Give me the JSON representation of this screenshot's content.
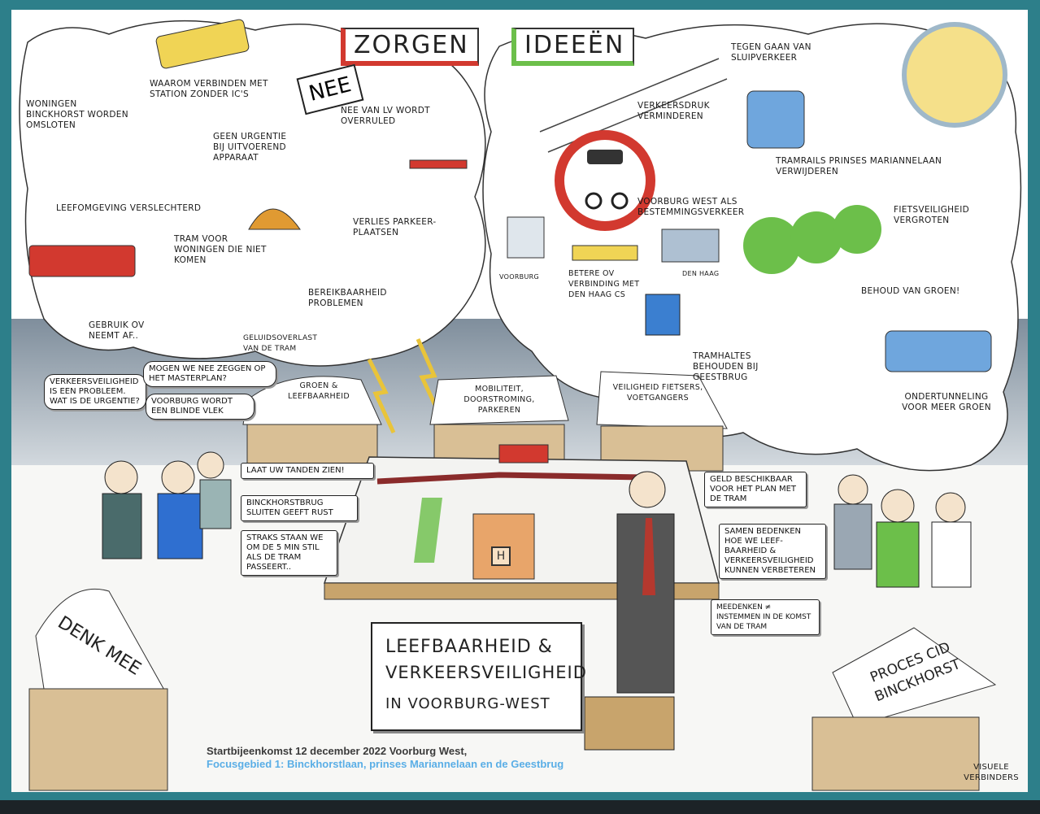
{
  "headings": {
    "zorgen": "ZORGEN",
    "ideeen": "IDEEËN"
  },
  "nee_sign": "NEE",
  "zorgen_notes": [
    "WONINGEN BINCKHORST WORDEN OMSLOTEN",
    "WAAROM VERBINDEN MET STATION ZONDER IC'S",
    "GEEN URGENTIE BIJ UITVOEREND APPARAAT",
    "NEE VAN LV WORDT OVERRULED",
    "LEEFOMGEVING VERSLECHTERD",
    "TRAM VOOR WONINGEN DIE NIET KOMEN",
    "VERLIES PARKEER-PLAATSEN",
    "BEREIKBAARHEID PROBLEMEN",
    "GEBRUIK OV NEEMT AF..",
    "GELUIDSOVERLAST VAN DE TRAM"
  ],
  "ideeen_notes": [
    "TEGEN GAAN VAN SLUIPVERKEER",
    "VERKEERSDRUK VERMINDEREN",
    "TRAMRAILS PRINSES MARIANNELAAN VERWIJDEREN",
    "VOORBURG WEST ALS BESTEMMINGSVERKEER",
    "FIETSVEILIGHEID VERGROTEN",
    "BETERE OV VERBINDING MET DEN HAAG CS",
    "BEHOUD VAN GROEN!",
    "TRAMHALTES BEHOUDEN BIJ GEESTBRUG",
    "ONDERTUNNELING VOOR MEER GROEN"
  ],
  "map_labels": {
    "voorburg": "VOORBURG",
    "den_haag": "DEN HAAG"
  },
  "stalls": {
    "groen": "GROEN & LEEFBAARHEID",
    "mobiliteit": "MOBILITEIT, DOORSTROMING, PARKEREN",
    "veiligheid": "VEILIGHEID FIETSERS, VOETGANGERS"
  },
  "left_bubbles": [
    "VERKEERSVEILIGHEID IS EEN PROBLEEM. WAT IS DE URGENTIE?",
    "MOGEN WE NEE ZEGGEN OP HET MASTERPLAN?",
    "VOORBURG WORDT EEN BLINDE VLEK"
  ],
  "left_quotes": [
    "LAAT UW TANDEN ZIEN!",
    "BINCKHORSTBRUG SLUITEN GEEFT RUST",
    "STRAKS STAAN WE OM DE 5 MIN STIL ALS DE TRAM PASSEERT.."
  ],
  "right_quotes": [
    "GELD BESCHIKBAAR VOOR HET PLAN MET DE TRAM",
    "SAMEN BEDENKEN HOE WE LEEF-BAARHEID & VERKEERSVEILIGHEID KUNNEN VERBETEREN",
    "MEEDENKEN ≠ INSTEMMEN IN DE KOMST VAN DE TRAM"
  ],
  "map_h": "H",
  "signs": {
    "denk_mee": "DENK MEE",
    "proces": "PROCES CID BINCKHORST"
  },
  "title": [
    "LEEFBAARHEID &",
    "VERKEERSVEILIGHEID",
    "IN VOORBURG-WEST"
  ],
  "caption": {
    "line1": "Startbijeenkomst 12 december 2022 Voorburg West,",
    "line2": "Focusgebied 1: Binckhorstlaan, prinses Mariannelaan en de Geestbrug"
  },
  "signature": "VISUELE VERBINDERS",
  "colors": {
    "frame": "#2d7f8a",
    "accent_red": "#d2392f",
    "accent_green": "#6cbf4a",
    "caption_blue": "#5aaee6",
    "cloud_grey": "#9aa7b3"
  }
}
